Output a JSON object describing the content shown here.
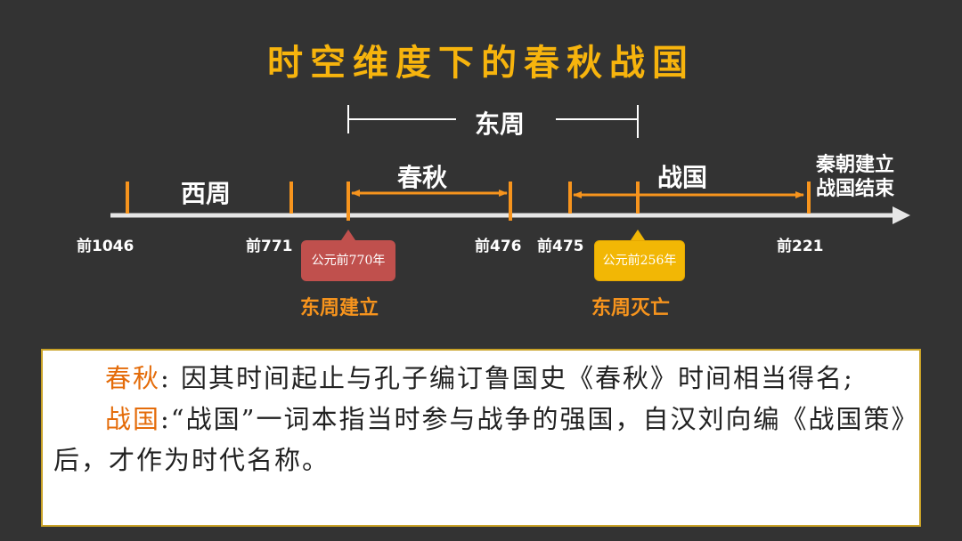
{
  "title": "时空维度下的春秋战国",
  "timeline": {
    "eastern_zhou": "东周",
    "western_zhou": "西周",
    "chunqiu": "春秋",
    "zhanguo": "战国",
    "end_label_line1": "秦朝建立",
    "end_label_line2": "战国结束",
    "dates": [
      "前1046",
      "前771",
      "前476",
      "前475",
      "前221"
    ],
    "callout_left": "公元前770年",
    "callout_right": "公元前256年",
    "event_left": "东周建立",
    "event_right": "东周灭亡"
  },
  "description": {
    "chunqiu_term": "春秋",
    "chunqiu_text": ": 因其时间起止与孔子编订鲁国史《春秋》时间相当得名;",
    "zhanguo_term": "战国",
    "zhanguo_text": ":“战国”一词本指当时参与战争的强国，自汉刘向编《战国策》后，才作为时代名称。"
  },
  "colors": {
    "background": "#333333",
    "title": "#f7b40d",
    "tick": "#f7941d",
    "axis": "#e6e6e6",
    "callout_left": "#c0504d",
    "callout_right": "#f2b705",
    "keyword": "#e46c0a"
  }
}
